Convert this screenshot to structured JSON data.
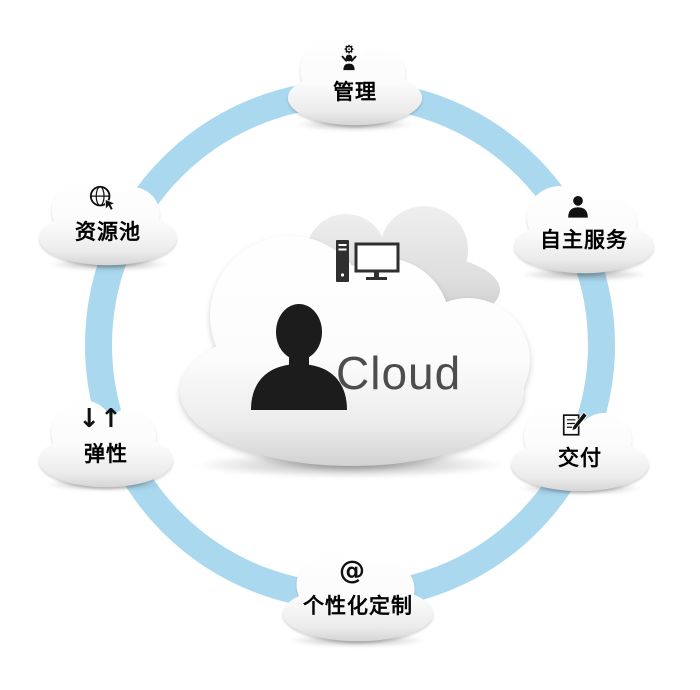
{
  "diagram": {
    "center": {
      "label": "Cloud",
      "icons": [
        "computer-tower-monitor-icon",
        "person-silhouette-icon"
      ]
    },
    "nodes": [
      {
        "id": "management",
        "label": "管理",
        "icon": "person-gear-icon"
      },
      {
        "id": "resource-pool",
        "label": "资源池",
        "icon": "globe-cursor-icon"
      },
      {
        "id": "self-service",
        "label": "自主服务",
        "icon": "person-icon"
      },
      {
        "id": "elasticity",
        "label": "弹性",
        "icon": "down-up-arrows-icon",
        "glyph": "↓↑"
      },
      {
        "id": "delivery",
        "label": "交付",
        "icon": "pencil-paper-icon"
      },
      {
        "id": "personalization",
        "label": "个性化定制",
        "icon": "at-sign-icon",
        "glyph": "@"
      }
    ],
    "colors": {
      "ring": "#a9d8ef",
      "label_text": "#000000",
      "cloud_word": "#4d4d4d"
    }
  }
}
